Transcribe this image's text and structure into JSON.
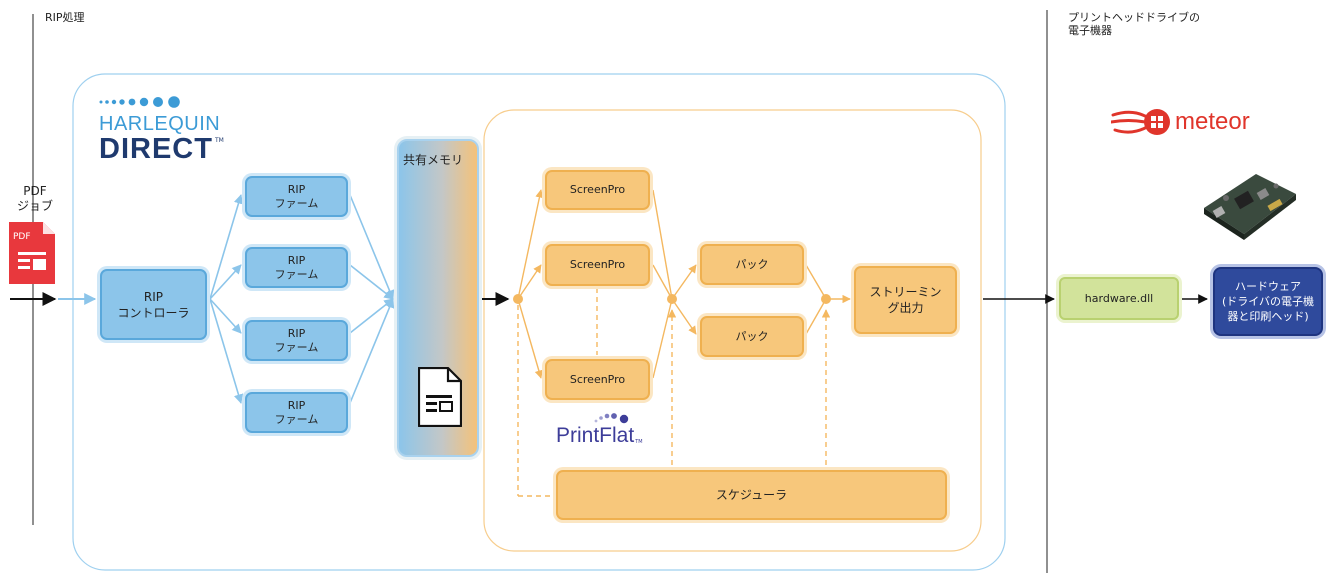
{
  "sections": {
    "rip_label": "RIP処理",
    "printhead_label": "プリントヘッドドライブの\n電子機器"
  },
  "harlequin": {
    "line1": "HARLEQUIN",
    "line2": "DIRECT",
    "tm": "TM"
  },
  "pdf": {
    "label": "PDF\nジョブ",
    "icon_text": "PDF"
  },
  "controller": {
    "label": "RIP\nコントローラ"
  },
  "farms": [
    "RIP\nファーム",
    "RIP\nファーム",
    "RIP\nファーム",
    "RIP\nファーム"
  ],
  "shared_memory": {
    "label": "共有メモリ"
  },
  "screenpro": [
    "ScreenPro",
    "ScreenPro",
    "ScreenPro"
  ],
  "pack": [
    "パック",
    "パック"
  ],
  "streaming": {
    "label": "ストリーミン\nグ出力"
  },
  "scheduler": {
    "label": "スケジューラ"
  },
  "printflat": {
    "label": "PrintFlat",
    "tm": "TM"
  },
  "meteor": {
    "label": "meteor"
  },
  "hardware_dll": {
    "label": "hardware.dll"
  },
  "hardware": {
    "label": "ハードウェア\n(ドライバの電子機\n器と印刷ヘッド)"
  },
  "colors": {
    "blue": "#8cc5ea",
    "orange": "#f7c77b",
    "green": "#d2e39b",
    "navy": "#2f4a9c",
    "red": "#e8383d",
    "meteor_red": "#e0352b"
  }
}
